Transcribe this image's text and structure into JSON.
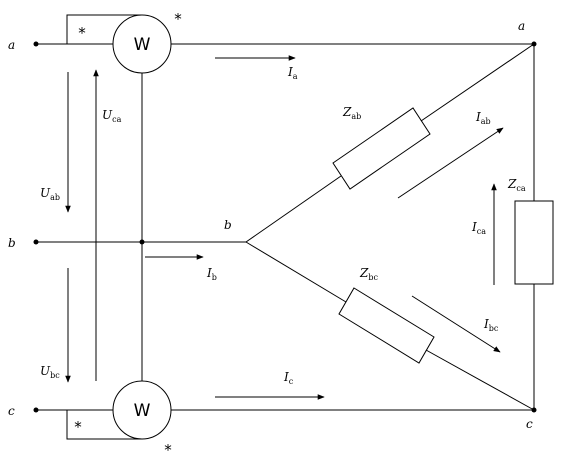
{
  "nodes": {
    "a": "a",
    "b": "b",
    "c": "c"
  },
  "meters": {
    "top": "W",
    "bottom": "W",
    "polarity": "*"
  },
  "voltages": {
    "ca": {
      "main": "U",
      "sub": "ca"
    },
    "ab": {
      "main": "U",
      "sub": "ab"
    },
    "bc": {
      "main": "U",
      "sub": "bc"
    }
  },
  "currents": {
    "a": {
      "main": "I",
      "sub": "a"
    },
    "b": {
      "main": "I",
      "sub": "b"
    },
    "c": {
      "main": "I",
      "sub": "c"
    },
    "ab": {
      "main": "I",
      "sub": "ab"
    },
    "bc": {
      "main": "I",
      "sub": "bc"
    },
    "ca": {
      "main": "I",
      "sub": "ca"
    }
  },
  "impedances": {
    "ab": {
      "main": "Z",
      "sub": "ab"
    },
    "bc": {
      "main": "Z",
      "sub": "bc"
    },
    "ca": {
      "main": "Z",
      "sub": "ca"
    }
  }
}
